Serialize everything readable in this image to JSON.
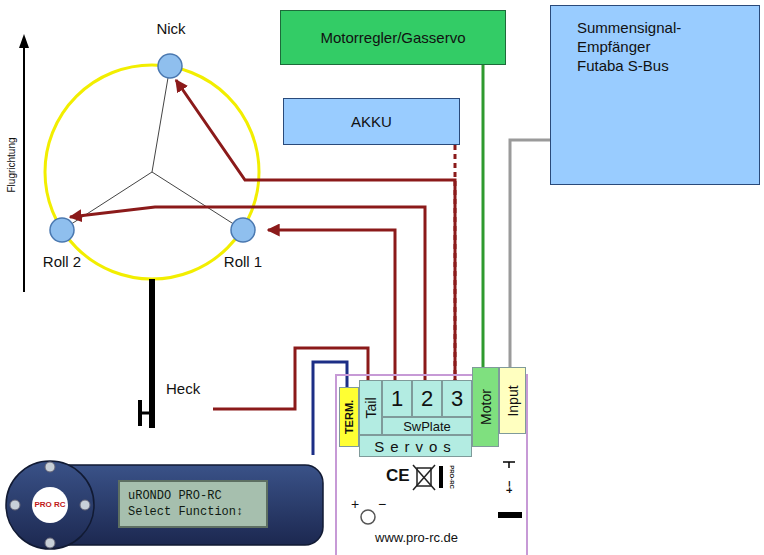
{
  "diagram": {
    "nodes": [
      {
        "text": [
          "Nick"
        ]
      },
      {
        "text": [
          "Roll 2"
        ]
      },
      {
        "text": [
          "Roll 1"
        ]
      },
      {
        "text": [
          "Motorregler/Gasservo"
        ]
      },
      {
        "text": [
          "AKKU"
        ]
      },
      {
        "text": [
          "Summensignal- Empfänger Futaba S-Bus"
        ]
      },
      {
        "text": [
          "Heck"
        ]
      },
      {
        "text": [
          "PRO RC",
          "uRONDO PRO-RC Select Function↕"
        ]
      },
      {
        "text": [
          "www.pro-rc.de"
        ]
      },
      {
        "text": [
          "TERM."
        ],
        "in": 8
      },
      {
        "text": [
          "Tail"
        ],
        "in": 8
      },
      {
        "text": [
          "1"
        ],
        "in": 8
      },
      {
        "text": [
          "2"
        ],
        "in": 8
      },
      {
        "text": [
          "3"
        ],
        "in": 8
      },
      {
        "text": [
          "SwPlate"
        ],
        "in": 8
      },
      {
        "text": [
          "Servos"
        ],
        "in": 8
      },
      {
        "text": [
          "Motor"
        ],
        "in": 8
      },
      {
        "text": [
          "Input"
        ],
        "in": 8
      }
    ],
    "edges": [
      {
        "from": 13,
        "to": 0,
        "arrow": "to"
      },
      {
        "from": 12,
        "to": 1,
        "arrow": "to"
      },
      {
        "from": 11,
        "to": 2,
        "arrow": "to"
      },
      {
        "from": 10,
        "to": 6,
        "arrow": "none"
      },
      {
        "from": 16,
        "to": 3,
        "arrow": "none"
      },
      {
        "from": 17,
        "to": 5,
        "arrow": "none"
      },
      {
        "from": 9,
        "to": 7,
        "arrow": "none"
      },
      {
        "from": 4,
        "to": 13,
        "arrow": "none"
      }
    ],
    "labels": [
      "Flugrichtung",
      "CE",
      "PRO-RC",
      "+",
      "−",
      "+−"
    ]
  }
}
